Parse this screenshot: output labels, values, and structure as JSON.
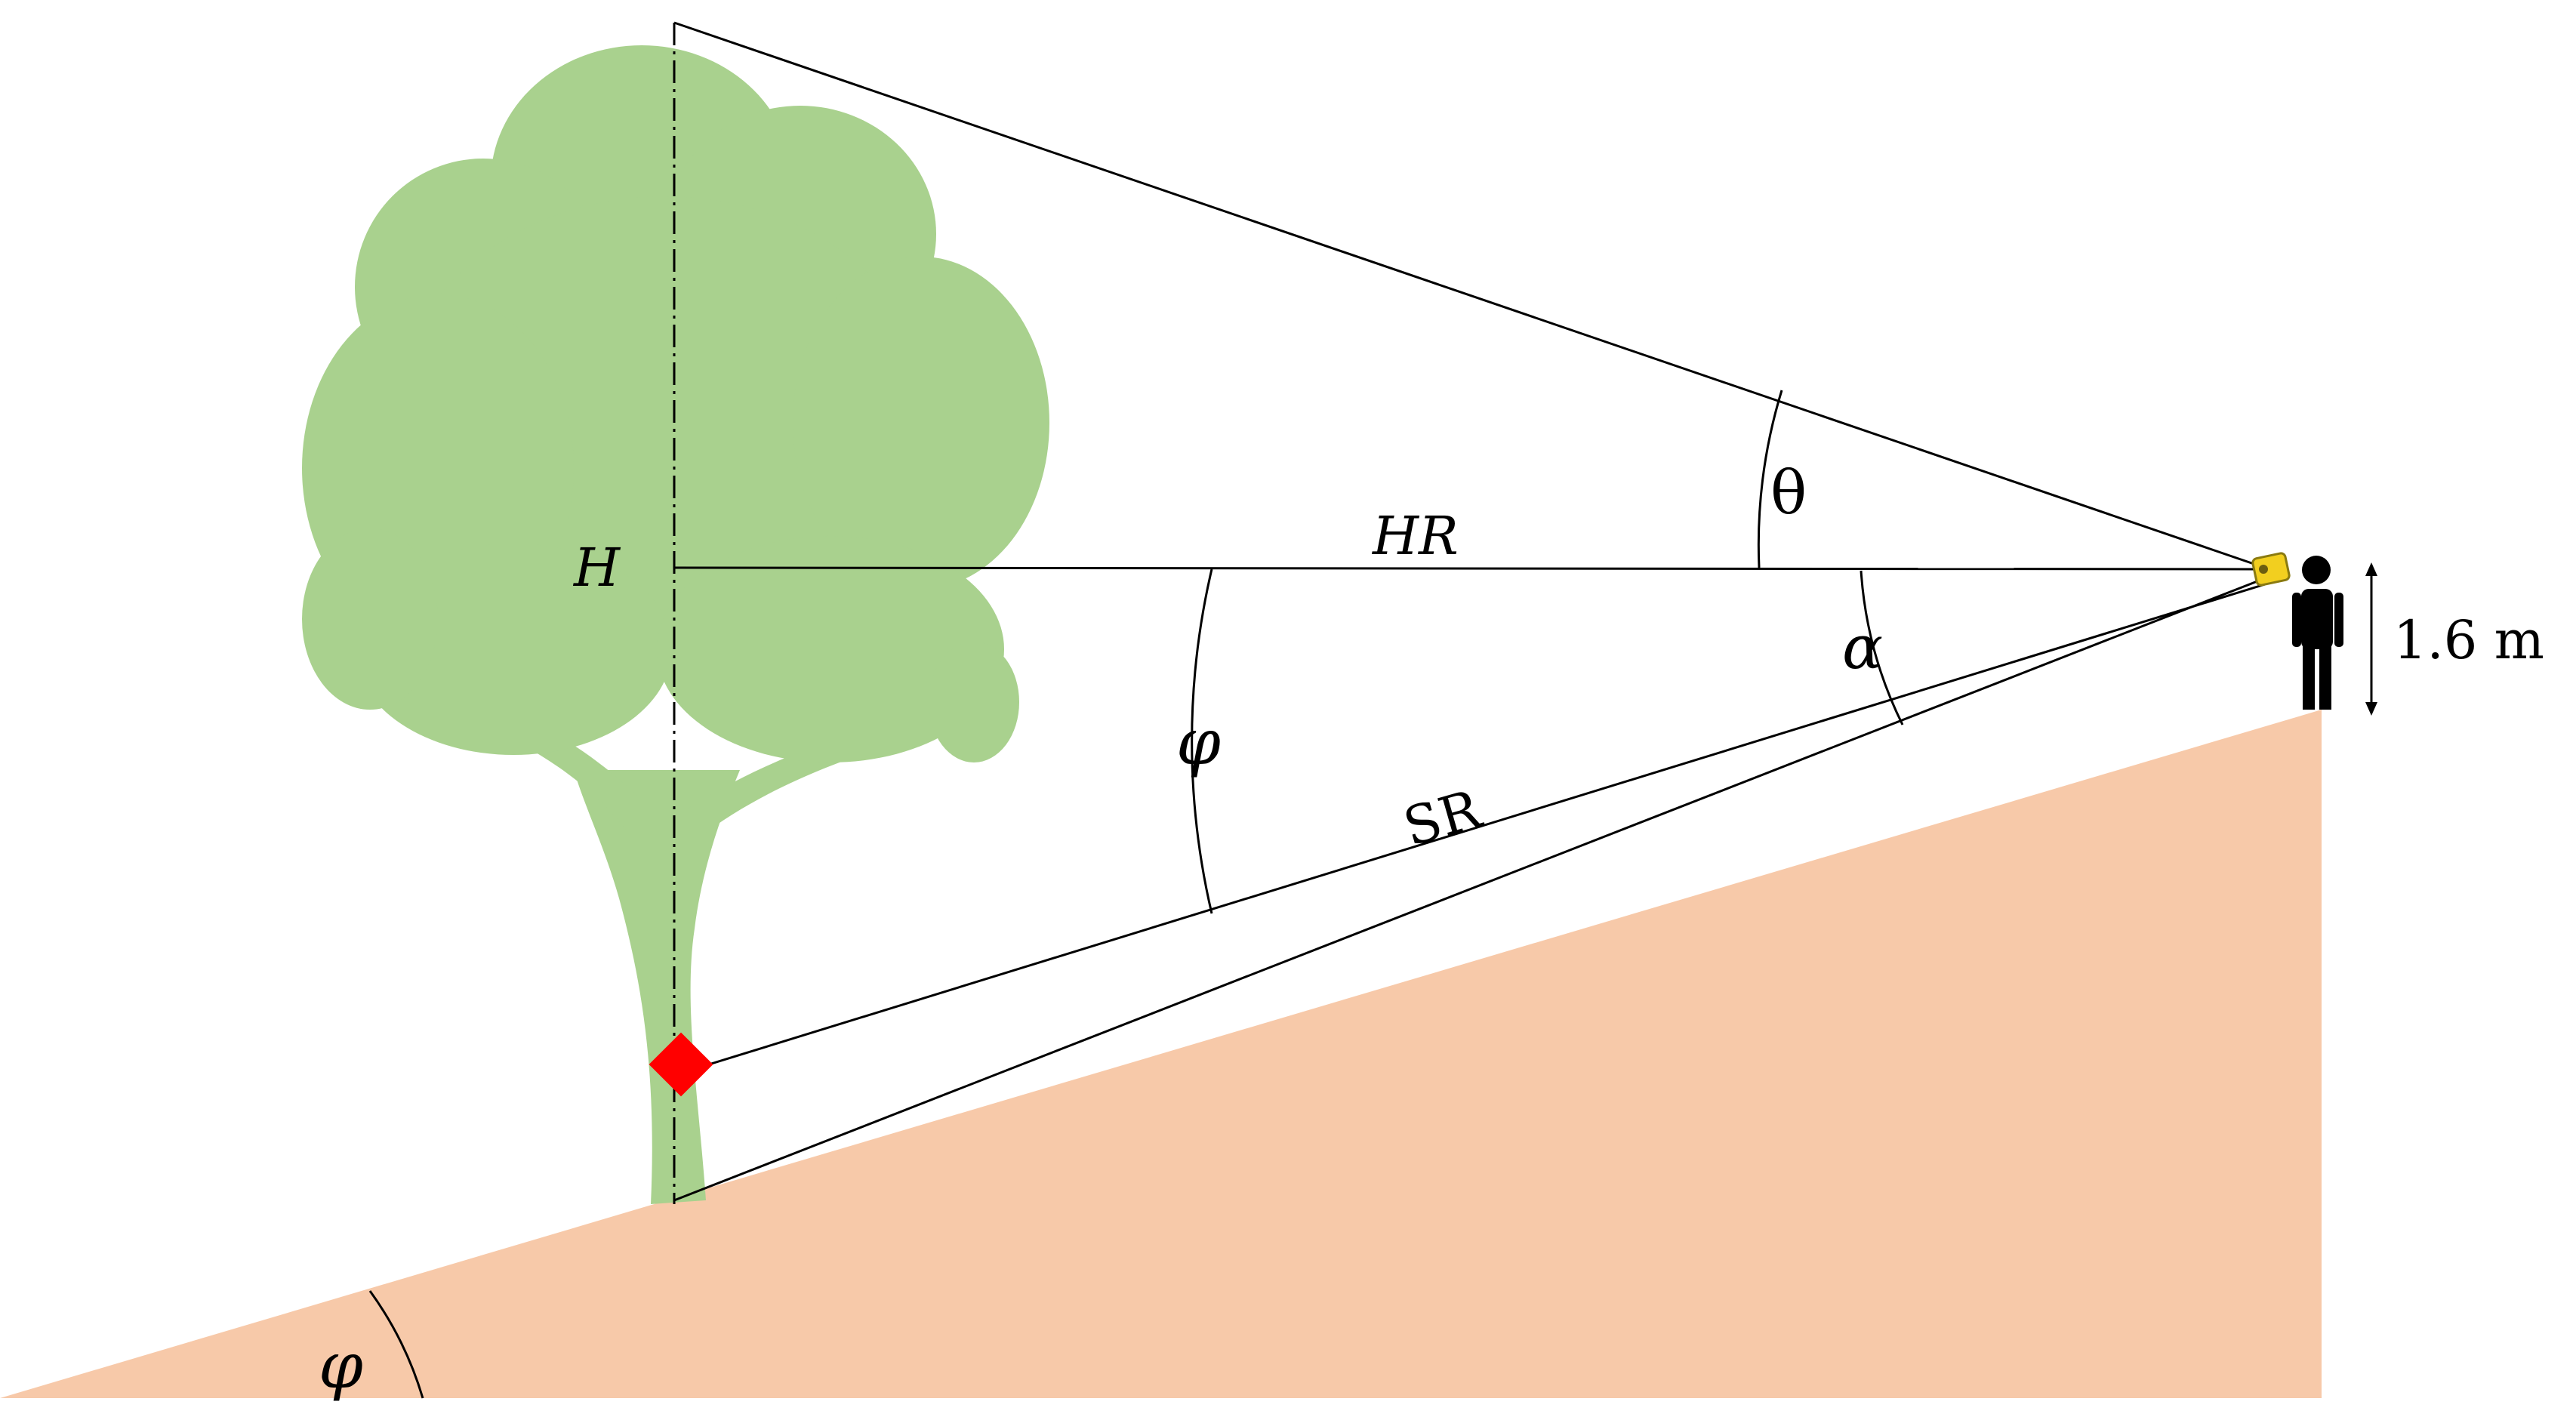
{
  "labels": {
    "height": "H",
    "horizontal_range": "HR",
    "slope_range": "SR",
    "theta": "θ",
    "alpha": "α",
    "phi_upper": "φ",
    "phi_ground": "φ",
    "eye_height": "1.6 m"
  },
  "colors": {
    "ground": "#f7c9a9",
    "tree": "#a9d18e",
    "marker": "#ff0000",
    "device": "#f2cf1f",
    "person": "#000000",
    "line": "#000000"
  }
}
